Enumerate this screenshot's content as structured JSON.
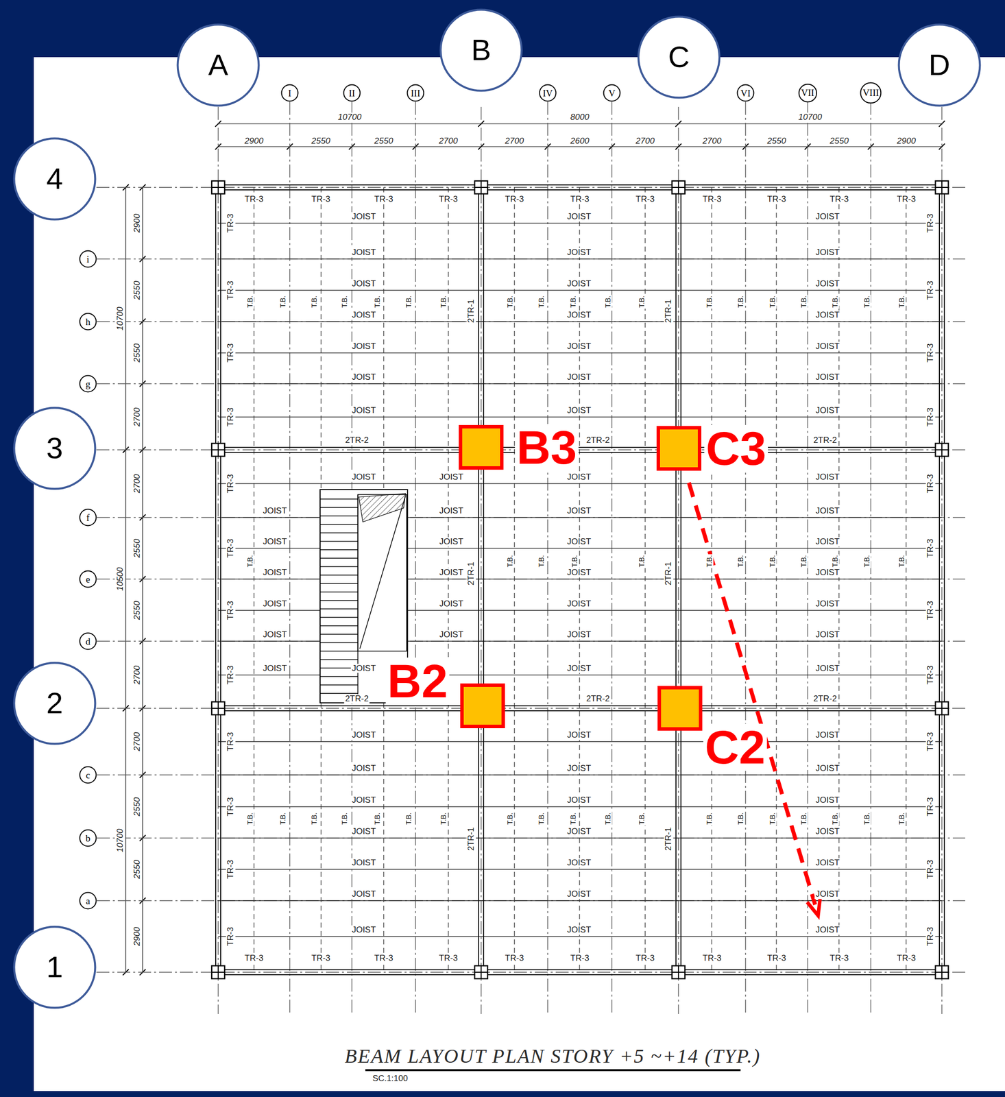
{
  "diagram": {
    "caption": "BEAM LAYOUT PLAN STORY +5 ~+14 (TYP.)",
    "nodes": [
      {
        "text": [
          "A"
        ]
      },
      {
        "text": [
          "B"
        ]
      },
      {
        "text": [
          "C"
        ]
      },
      {
        "text": [
          "D"
        ]
      },
      {
        "text": [
          "I"
        ]
      },
      {
        "text": [
          "II"
        ]
      },
      {
        "text": [
          "III"
        ]
      },
      {
        "text": [
          "IV"
        ]
      },
      {
        "text": [
          "V"
        ]
      },
      {
        "text": [
          "VI"
        ]
      },
      {
        "text": [
          "VII"
        ]
      },
      {
        "text": [
          "VIII"
        ]
      },
      {
        "text": [
          "4"
        ]
      },
      {
        "text": [
          "i"
        ]
      },
      {
        "text": [
          "h"
        ]
      },
      {
        "text": [
          "g"
        ]
      },
      {
        "text": [
          "3"
        ]
      },
      {
        "text": [
          "f"
        ]
      },
      {
        "text": [
          "e"
        ]
      },
      {
        "text": [
          "d"
        ]
      },
      {
        "text": [
          "2"
        ]
      },
      {
        "text": [
          "c"
        ]
      },
      {
        "text": [
          "b"
        ]
      },
      {
        "text": [
          "a"
        ]
      },
      {
        "text": [
          "1"
        ]
      },
      {
        "text": [
          "B3"
        ]
      },
      {
        "text": [
          "C3"
        ]
      },
      {
        "text": [
          "B2"
        ]
      },
      {
        "text": [
          "C2"
        ]
      }
    ],
    "labels": [
      "10700",
      "8000",
      "10700",
      "2900",
      "2550",
      "2550",
      "2700",
      "2700",
      "2600",
      "2700",
      "2700",
      "2550",
      "2550",
      "2900",
      "2900",
      "2550",
      "2550",
      "2700",
      "2700",
      "2550",
      "2550",
      "2700",
      "2700",
      "2550",
      "2550",
      "2900",
      "10700",
      "10500",
      "10700",
      "TR-3",
      "TR-3",
      "TR-3",
      "TR-3",
      "TR-3",
      "TR-3",
      "TR-3",
      "TR-3",
      "TR-3",
      "TR-3",
      "TR-3",
      "TR-3",
      "TR-3",
      "TR-3",
      "TR-3",
      "TR-3",
      "TR-3",
      "TR-3",
      "TR-3",
      "TR-3",
      "TR-3",
      "TR-3",
      "TR-3",
      "TR-3",
      "TR-3",
      "TR-3",
      "TR-3",
      "TR-3",
      "TR-3",
      "TR-3",
      "TR-3",
      "TR-3",
      "TR-3",
      "TR-3",
      "TR-3",
      "TR-3",
      "TR-3",
      "TR-3",
      "TR-3",
      "TR-3",
      "TR-3",
      "TR-3",
      "TR-3",
      "TR-3",
      "TR-3",
      "TR-3",
      "JOIST",
      "JOIST",
      "JOIST",
      "JOIST",
      "JOIST",
      "JOIST",
      "JOIST",
      "JOIST",
      "JOIST",
      "JOIST",
      "JOIST",
      "JOIST",
      "JOIST",
      "JOIST",
      "JOIST",
      "JOIST",
      "JOIST",
      "JOIST",
      "JOIST",
      "JOIST",
      "JOIST",
      "JOIST",
      "JOIST",
      "JOIST",
      "JOIST",
      "JOIST",
      "JOIST",
      "JOIST",
      "JOIST",
      "JOIST",
      "JOIST",
      "JOIST",
      "JOIST",
      "JOIST",
      "JOIST",
      "JOIST",
      "JOIST",
      "JOIST",
      "JOIST",
      "JOIST",
      "JOIST",
      "JOIST",
      "JOIST",
      "JOIST",
      "JOIST",
      "JOIST",
      "JOIST",
      "JOIST",
      "JOIST",
      "JOIST",
      "JOIST",
      "JOIST",
      "JOIST",
      "JOIST",
      "JOIST",
      "JOIST",
      "JOIST",
      "JOIST",
      "JOIST",
      "JOIST",
      "JOIST",
      "JOIST",
      "JOIST",
      "JOIST",
      "JOIST",
      "JOIST",
      "JOIST",
      "JOIST",
      "JOIST",
      "JOIST",
      "T.B.",
      "T.B.",
      "T.B.",
      "T.B.",
      "T.B.",
      "T.B.",
      "T.B.",
      "T.B.",
      "T.B.",
      "T.B.",
      "T.B.",
      "T.B.",
      "T.B.",
      "T.B.",
      "T.B.",
      "T.B.",
      "T.B.",
      "T.B.",
      "T.B.",
      "T.B.",
      "T.B.",
      "T.B.",
      "T.B.",
      "T.B.",
      "T.B.",
      "T.B.",
      "T.B.",
      "T.B.",
      "T.B.",
      "T.B.",
      "T.B.",
      "T.B.",
      "T.B.",
      "T.B.",
      "T.B.",
      "T.B.",
      "T.B.",
      "T.B.",
      "T.B.",
      "T.B.",
      "T.B.",
      "T.B.",
      "T.B.",
      "T.B.",
      "T.B.",
      "T.B.",
      "T.B.",
      "T.B.",
      "T.B.",
      "T.B.",
      "2TR-1",
      "2TR-1",
      "2TR-1",
      "2TR-1",
      "2TR-1",
      "2TR-1",
      "2TR-2",
      "2TR-2",
      "2TR-2",
      "2TR-2",
      "2TR-2",
      "2TR-2",
      "SC.1:100"
    ]
  }
}
